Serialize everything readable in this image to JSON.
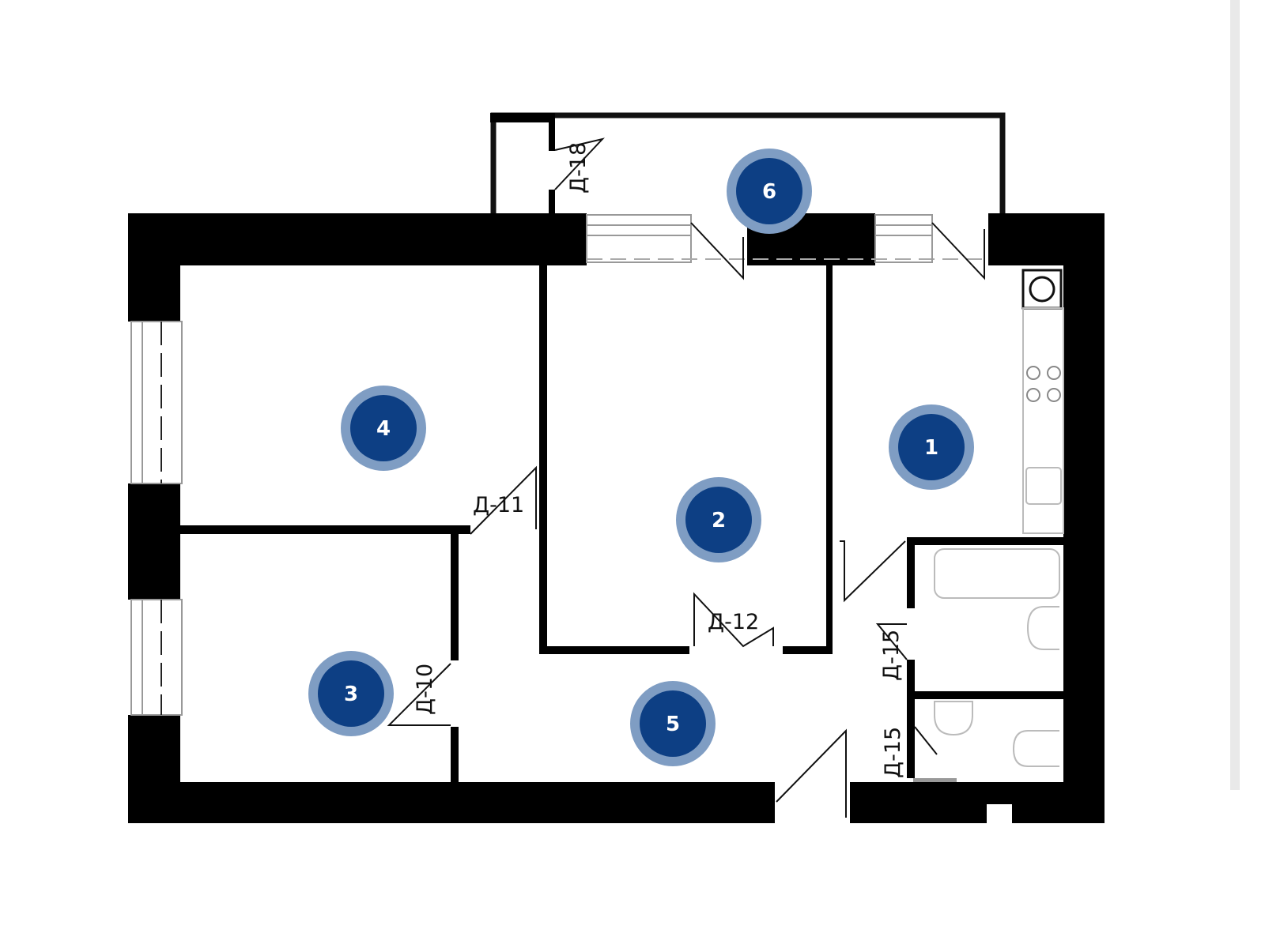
{
  "plan": {
    "rooms": [
      {
        "id": "1",
        "label": "1"
      },
      {
        "id": "2",
        "label": "2"
      },
      {
        "id": "3",
        "label": "3"
      },
      {
        "id": "4",
        "label": "4"
      },
      {
        "id": "5",
        "label": "5"
      },
      {
        "id": "6",
        "label": "6"
      }
    ],
    "doors": {
      "d18": "Д-18",
      "d11": "Д-11",
      "d12": "Д-12",
      "d10": "Д-10",
      "d15a": "Д-15",
      "d15b": "Д-15"
    },
    "colors": {
      "marker_inner": "#0d3f84",
      "marker_outer": "#7f9dc3",
      "wall": "#000000"
    }
  }
}
